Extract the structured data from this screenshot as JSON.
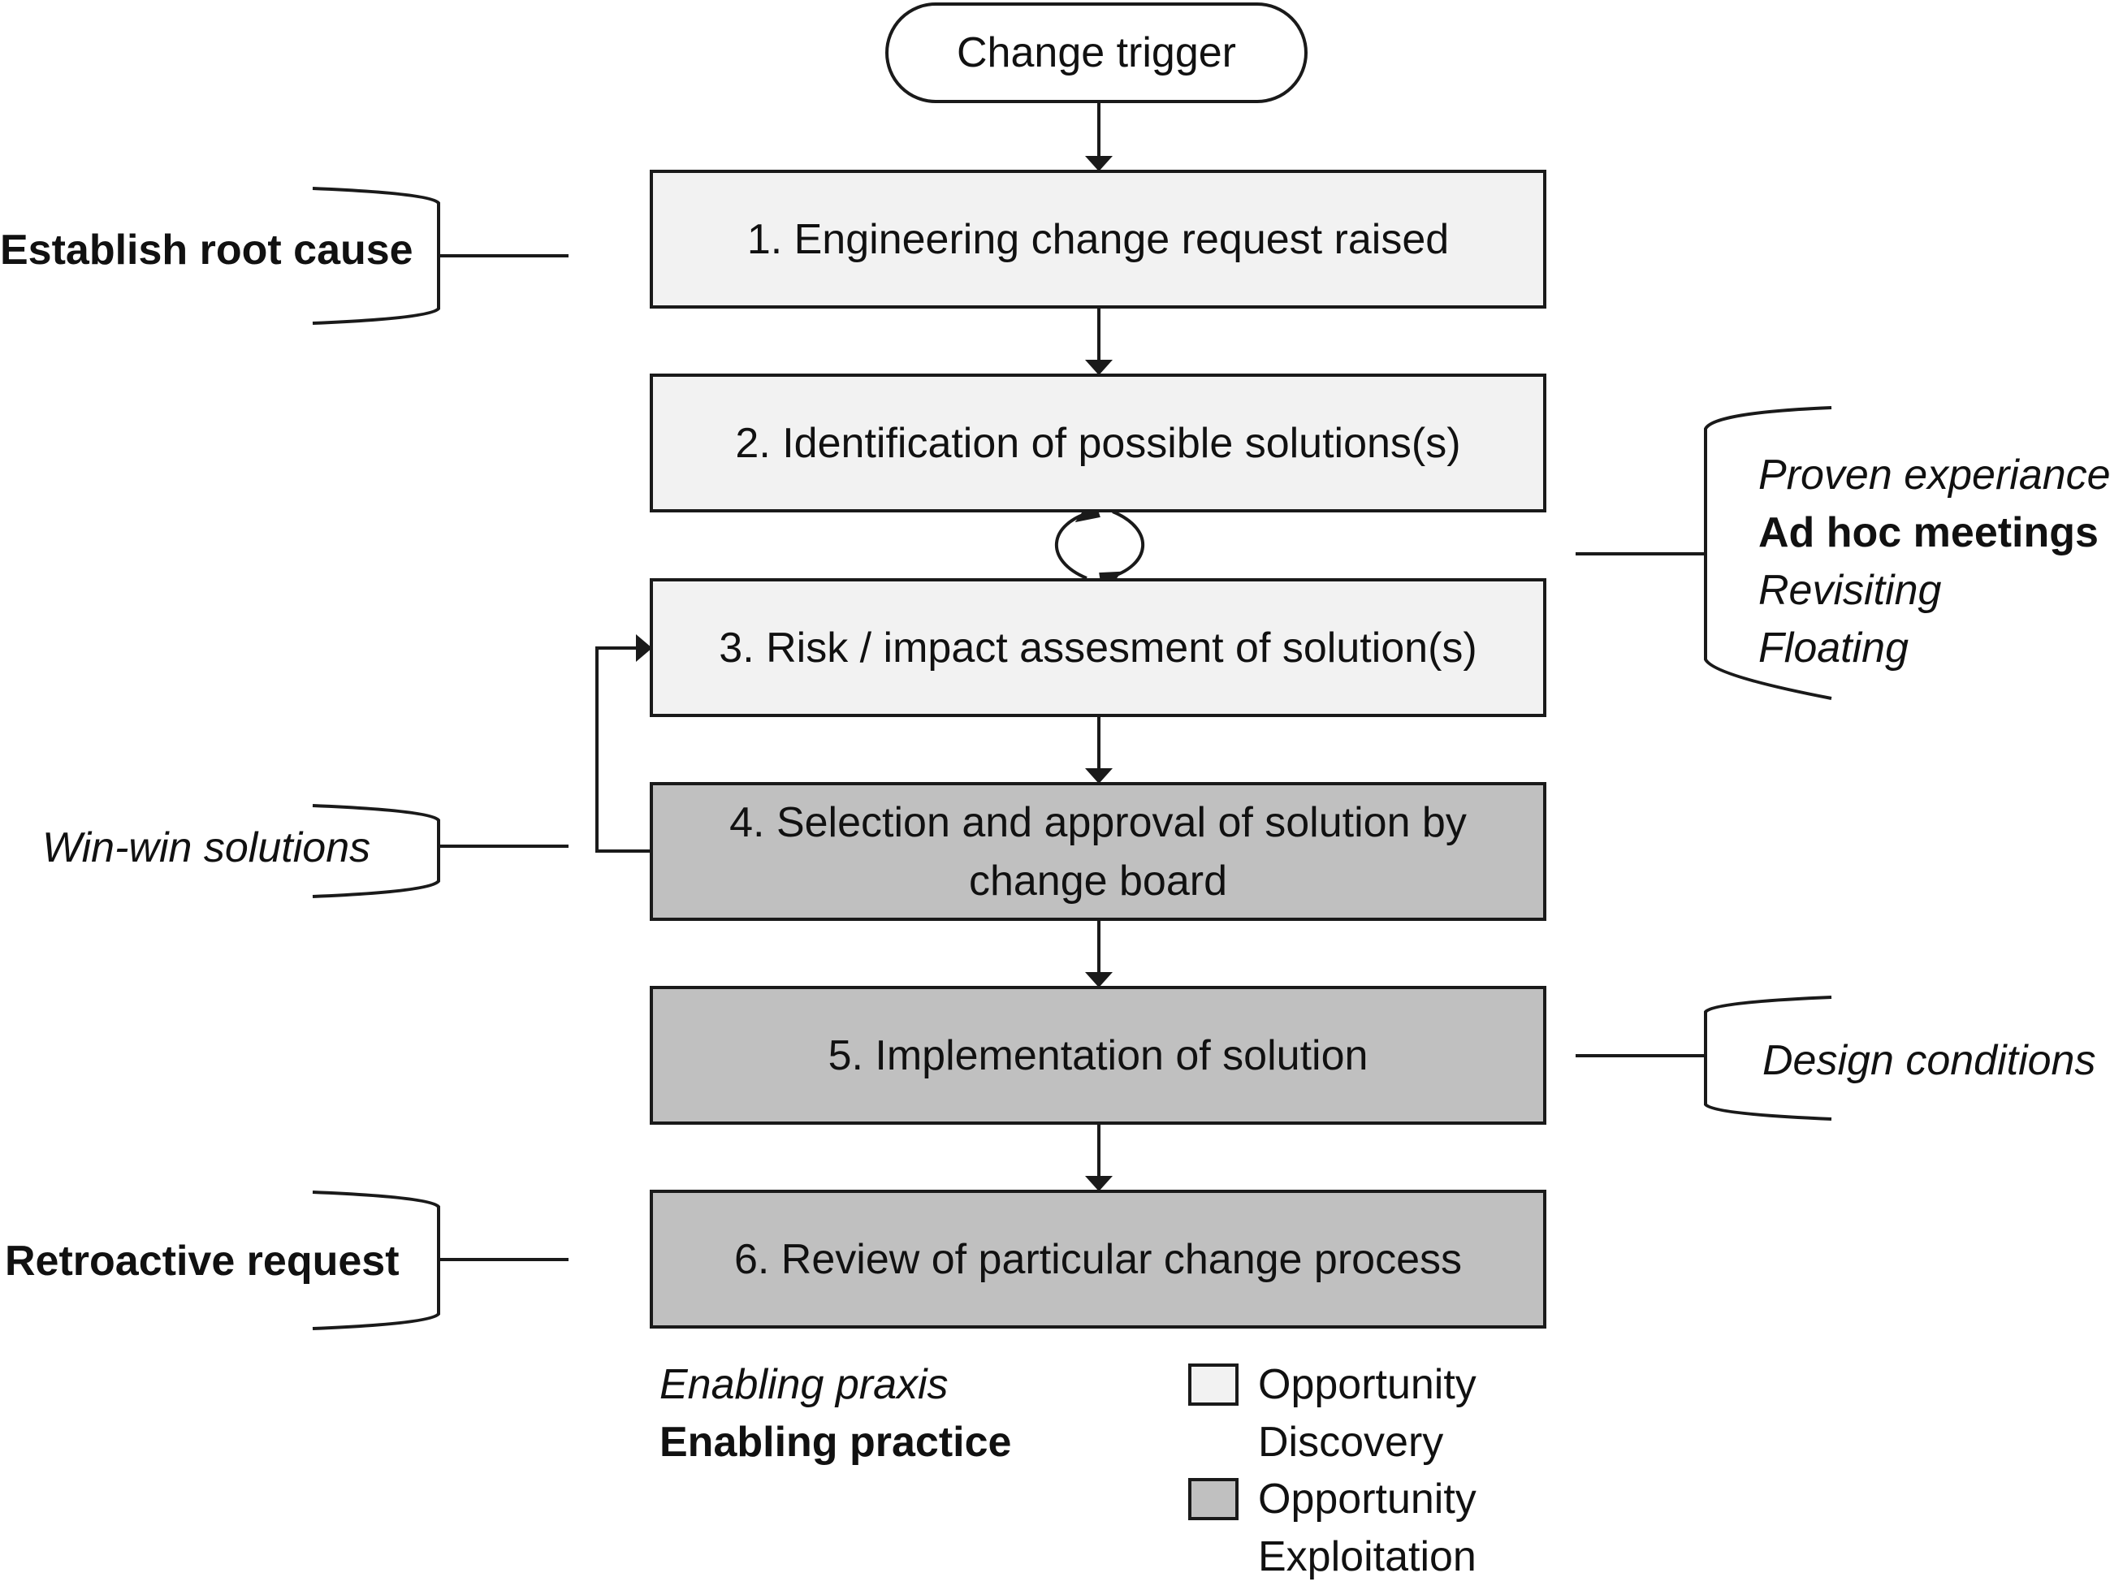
{
  "trigger": {
    "label": "Change trigger"
  },
  "steps": [
    {
      "label": "1. Engineering change request raised",
      "phase": "discovery"
    },
    {
      "label": "2. Identification of possible solutions(s)",
      "phase": "discovery"
    },
    {
      "label": "3. Risk / impact assesment of solution(s)",
      "phase": "discovery"
    },
    {
      "label": "4. Selection and approval of solution by change board",
      "phase": "exploitation"
    },
    {
      "label": "5. Implementation of solution",
      "phase": "exploitation"
    },
    {
      "label": "6. Review of particular change process",
      "phase": "exploitation"
    }
  ],
  "annotations": {
    "establish_root_cause": "Establish root cause",
    "win_win_solutions": "Win-win solutions",
    "retroactive_request": "Retroactive request",
    "design_conditions": "Design conditions",
    "right_group": [
      "Proven experiance",
      "Ad hoc meetings",
      "Revisiting",
      "Floating"
    ]
  },
  "legend": {
    "praxis": "Enabling praxis",
    "practice": "Enabling practice",
    "discovery": "Opportunity Discovery",
    "exploitation": "Opportunity Exploitation"
  },
  "colors": {
    "discovery_fill": "#f2f2f2",
    "exploitation_fill": "#c0c0c0",
    "line": "#1a1a1a"
  }
}
